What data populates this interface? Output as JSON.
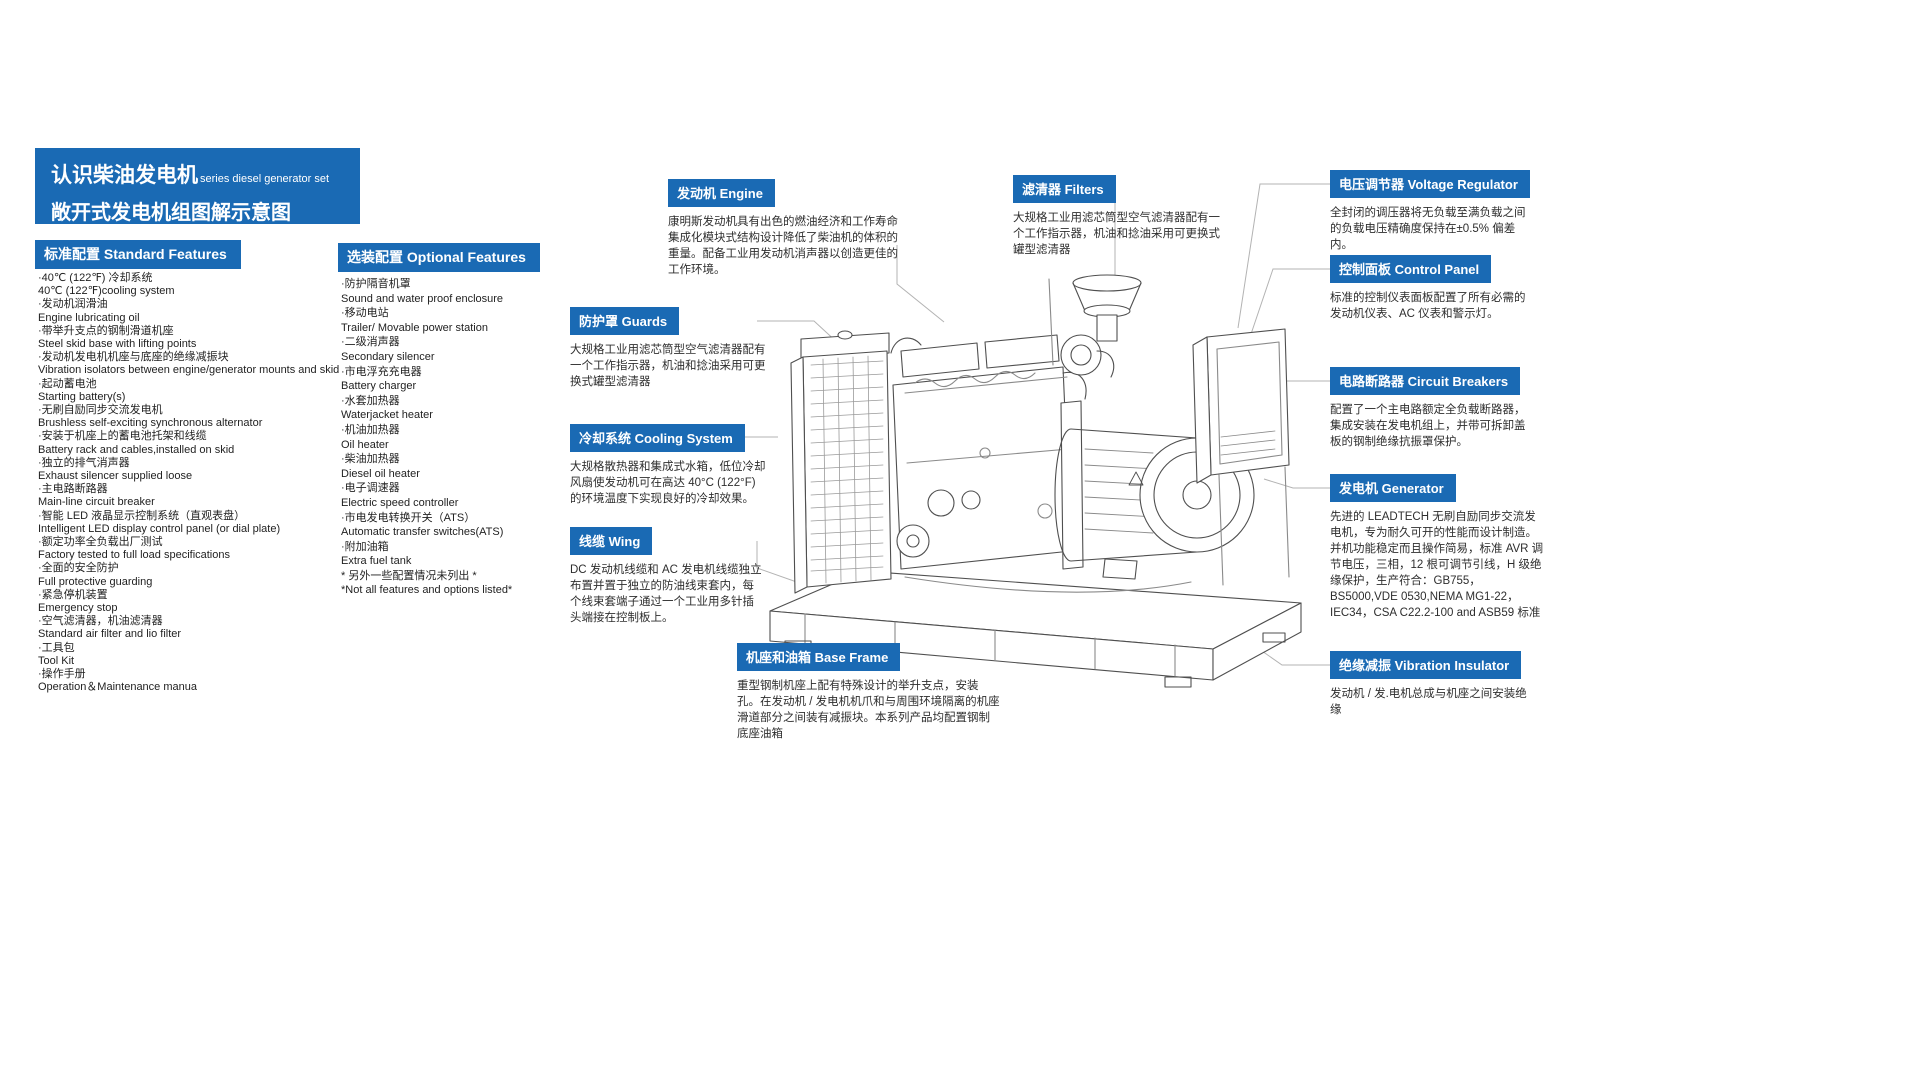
{
  "page": {
    "accent": "#1a6ab4",
    "background": "#ffffff"
  },
  "header": {
    "title_cn": "认识柴油发电机",
    "title_en": "series diesel generator set",
    "subtitle": "敞开式发电机组图解示意图"
  },
  "standard_features": {
    "title": "标准配置 Standard Features",
    "items": [
      "·40℃ (122℉) 冷却系统",
      "40℃ (122℉)cooling system",
      "·发动机润滑油",
      "Engine lubricating oil",
      "·带举升支点的钢制滑道机座",
      "Steel skid base with lifting points",
      "·发动机发电机机座与底座的绝缘减振块",
      "Vibration isolators between engine/generator mounts and skid",
      "·起动蓄电池",
      "Starting battery(s)",
      "·无刷自励同步交流发电机",
      "Brushless self-exciting synchronous alternator",
      "·安装于机座上的蓄电池托架和线缆",
      "Battery rack and cables,installed on skid",
      "·独立的排气消声器",
      "Exhaust silencer supplied loose",
      "·主电路断路器",
      "Main-line circuit breaker",
      "·智能 LED 液晶显示控制系统（直观表盘）",
      "Intelligent LED display control panel (or dial plate)",
      "·额定功率全负载出厂测试",
      "Factory tested to full load specifications",
      "·全面的安全防护",
      "Full protective guarding",
      "·紧急停机装置",
      "Emergency stop",
      "·空气滤清器，机油滤清器",
      "Standard air filter and lio filter",
      "·工具包",
      "Tool Kit",
      "·操作手册",
      "Operation＆Maintenance manua"
    ]
  },
  "optional_features": {
    "title": "选装配置 Optional Features",
    "items": [
      "·防护隔音机罩",
      "Sound and water proof enclosure",
      "·移动电站",
      "Trailer/ Movable power station",
      "·二级消声器",
      "Secondary silencer",
      "·市电浮充充电器",
      "Battery charger",
      "·水套加热器",
      "Waterjacket heater",
      "·机油加热器",
      "Oil heater",
      "·柴油加热器",
      "Diesel oil heater",
      "·电子调速器",
      "Electric speed controller",
      "·市电发电转换开关（ATS）",
      "Automatic transfer switches(ATS)",
      "·附加油箱",
      "Extra fuel tank",
      "* 另外一些配置情况未列出 *",
      "*Not all features and options listed*"
    ]
  },
  "callouts": {
    "engine": {
      "title": "发动机 Engine",
      "body": "康明斯发动机具有出色的燃油经济和工作寿命集成化模块式结构设计降低了柴油机的体积的重量。配备工业用发动机消声器以创造更佳的工作环境。"
    },
    "guards": {
      "title": "防护罩 Guards",
      "body": "大规格工业用滤芯筒型空气滤清器配有一个工作指示器，机油和捻油采用可更换式罐型滤清器"
    },
    "cooling": {
      "title": "冷却系统 Cooling System",
      "body": "大规格散热器和集成式水箱，低位冷却风扇使发动机可在高达 40°C (122°F) 的环境温度下实现良好的冷却效果。"
    },
    "cables": {
      "title": "线缆 Wing",
      "body": "DC 发动机线缆和 AC 发电机线缆独立布置并置于独立的防油线束套内，每个线束套端子通过一个工业用多针插头端接在控制板上。"
    },
    "base_frame": {
      "title": "机座和油箱 Base Frame",
      "body": "重型钢制机座上配有特殊设计的举升支点，安装孔。在发动机 / 发电机机爪和与周围环境隔离的机座滑道部分之间装有减振块。本系列产品均配置钢制底座油箱"
    },
    "filters": {
      "title": "滤清器 Filters",
      "body": "大规格工业用滤芯筒型空气滤清器配有一个工作指示器，机油和捻油采用可更换式罐型滤清器"
    },
    "voltage_regulator": {
      "title": "电压调节器 Voltage Regulator",
      "body": "全封闭的调压器将无负载至满负载之间的负载电压精确度保持在±0.5% 偏差内。"
    },
    "control_panel": {
      "title": "控制面板 Control Panel",
      "body": "标准的控制仪表面板配置了所有必需的发动机仪表、AC 仪表和警示灯。"
    },
    "circuit_breakers": {
      "title": "电路断路器 Circuit Breakers",
      "body": "配置了一个主电路额定全负载断路器，集成安装在发电机组上，并带可拆卸盖板的钢制绝缘抗振罩保护。"
    },
    "generator": {
      "title": "发电机 Generator",
      "body": "先进的 LEADTECH 无刷自励同步交流发电机，专为耐久可开的性能而设计制造。并机功能稳定而且操作简易，标准 AVR 调节电压，三相，12 根可调节引线，H 级绝缘保护，生产符合：GB755，BS5000,VDE 0530,NEMA MG1-22，IEC34，CSA C22.2-100 and ASB59 标准"
    },
    "vibration_insulator": {
      "title": "绝缘减振 Vibration Insulator",
      "body": "发动机 / 发.电机总成与机座之间安装绝缘"
    }
  }
}
